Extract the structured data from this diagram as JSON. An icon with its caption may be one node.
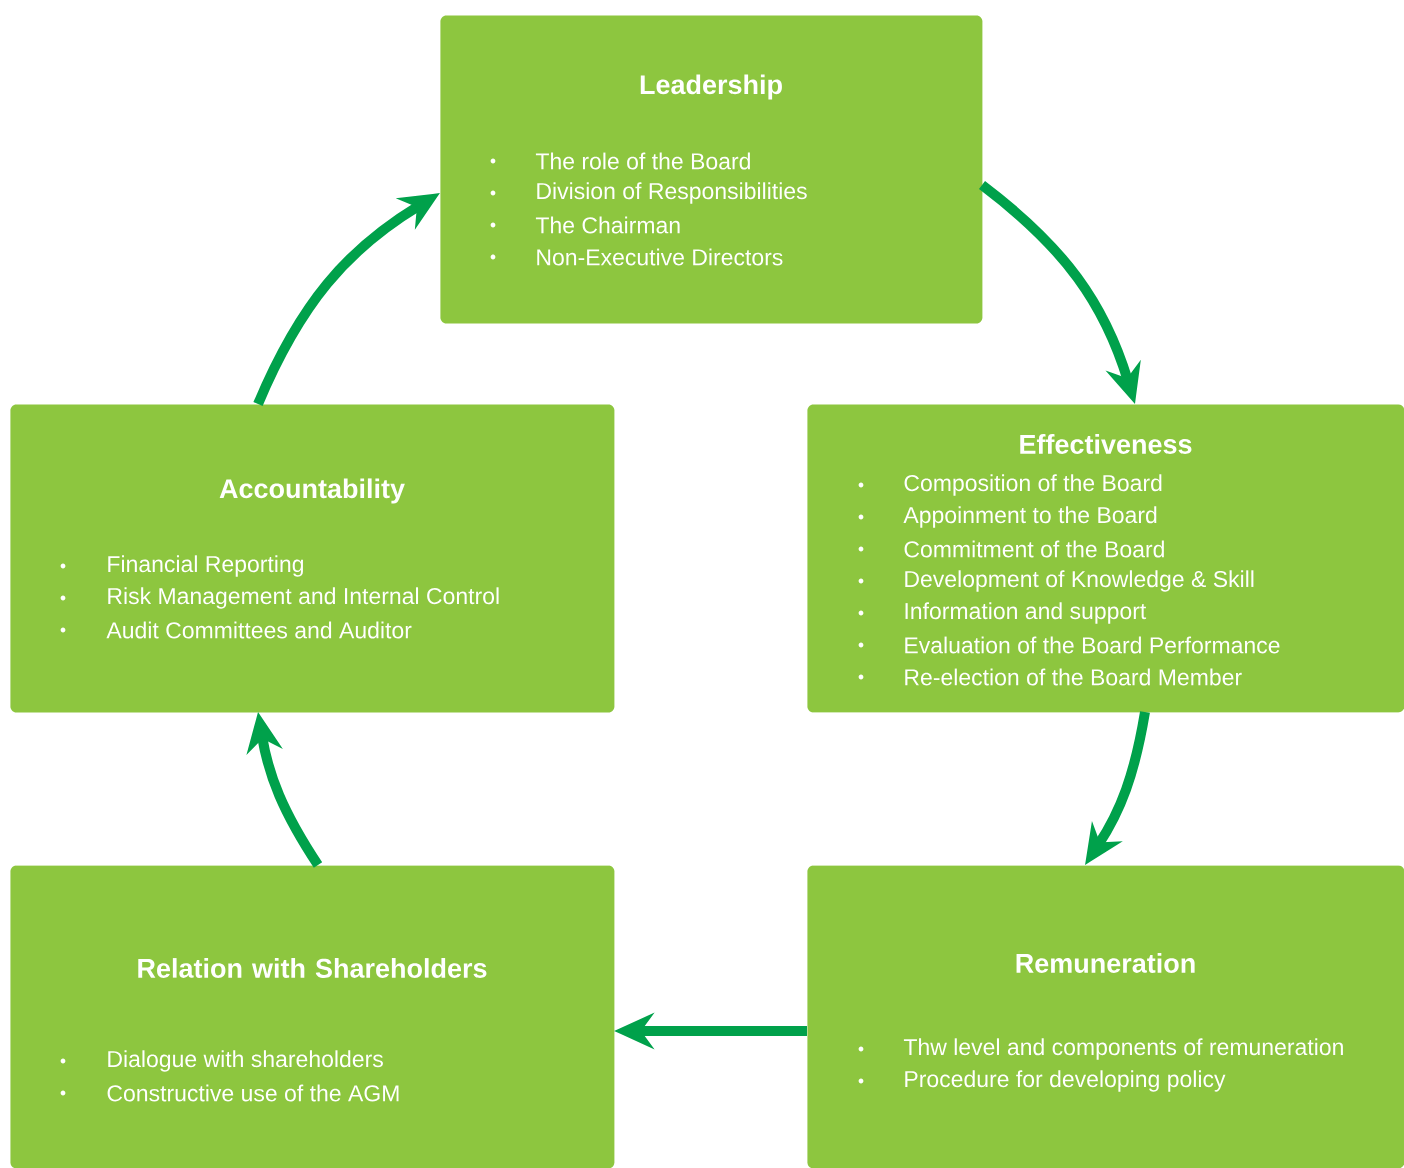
{
  "diagram": {
    "nodes": [
      {
        "text": [
          "Leadership",
          "The role of the Board",
          "Division of Responsibilities",
          "The Chairman",
          "Non-Executive Directors"
        ]
      },
      {
        "text": [
          "Accountability",
          "Financial Reporting",
          "Risk Management and Internal Control",
          "Audit Committees and Auditor"
        ]
      },
      {
        "text": [
          "Effectiveness",
          "Composition of the Board",
          "Appoinment to the Board",
          "Commitment of the Board",
          "Development of Knowledge & Skill",
          "Information and support",
          "Evaluation of the Board Performance",
          "Re-election of the Board Member"
        ]
      },
      {
        "text": [
          "Relation with Shareholders",
          "Dialogue with shareholders",
          "Constructive use of the AGM"
        ]
      },
      {
        "text": [
          "Remuneration",
          "Thw level and components of remuneration",
          "Procedure for developing policy"
        ]
      }
    ],
    "edges": [
      {
        "from": 0,
        "to": 2,
        "arrow": "to"
      },
      {
        "from": 2,
        "to": 4,
        "arrow": "to"
      },
      {
        "from": 4,
        "to": 3,
        "arrow": "to"
      },
      {
        "from": 3,
        "to": 1,
        "arrow": "to"
      },
      {
        "from": 1,
        "to": 0,
        "arrow": "to"
      }
    ]
  }
}
